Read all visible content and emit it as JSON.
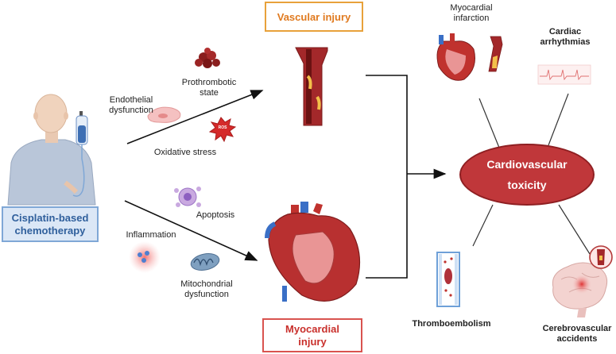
{
  "boxes": {
    "vascular": "Vascular injury",
    "myocardial_line1": "Myocardial",
    "myocardial_line2": "injury",
    "cisplatin_line1": "Cisplatin-based",
    "cisplatin_line2": "chemotherapy",
    "tox_line1": "Cardiovascular",
    "tox_line2": "toxicity"
  },
  "mechanisms": {
    "endothelial_line1": "Endothelial",
    "endothelial_line2": "dysfunction",
    "prothrombotic_line1": "Prothrombotic",
    "prothrombotic_line2": "state",
    "ros": "ROS",
    "oxidative": "Oxidative stress",
    "apoptosis": "Apoptosis",
    "inflammation": "Inflammation",
    "mito_line1": "Mitochondrial",
    "mito_line2": "dysfunction"
  },
  "outcomes": {
    "mi_line1": "Myocardial",
    "mi_line2": "infarction",
    "arr_line1": "Cardiac",
    "arr_line2": "arrhythmias",
    "thrombo": "Thromboembolism",
    "cereb_line1": "Cerebrovascular",
    "cereb_line2": "accidents"
  },
  "colors": {
    "vascular": "#e8a13a",
    "myocardial": "#d9534f",
    "cisplatin": "#7fa7d6",
    "toxicity": "#c0373a"
  }
}
